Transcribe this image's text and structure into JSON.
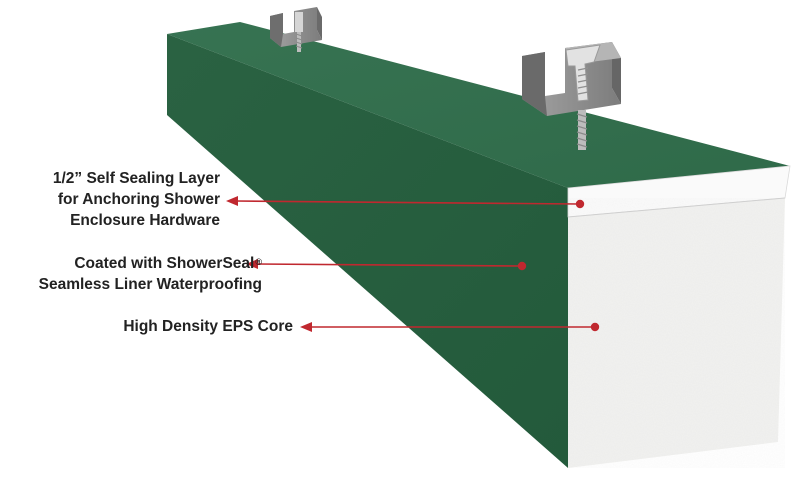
{
  "callouts": [
    {
      "lines": [
        "1/2” Self Sealing Layer",
        "for Anchoring Shower",
        "Enclosure Hardware"
      ]
    },
    {
      "lines": [
        "Coated with ShowerSeal",
        "Seamless Liner Waterproofing"
      ],
      "mark": "®"
    },
    {
      "lines": [
        "High Density EPS Core"
      ]
    }
  ],
  "colors": {
    "green": "#2f6b48",
    "green_dark": "#245a3c",
    "green_top": "#3a7552",
    "core": "#f3f3f1",
    "arrow": "#c0282f",
    "hardware": "#8a8a8a"
  },
  "icons": [
    "hardware-clip-icon",
    "screw-icon"
  ]
}
